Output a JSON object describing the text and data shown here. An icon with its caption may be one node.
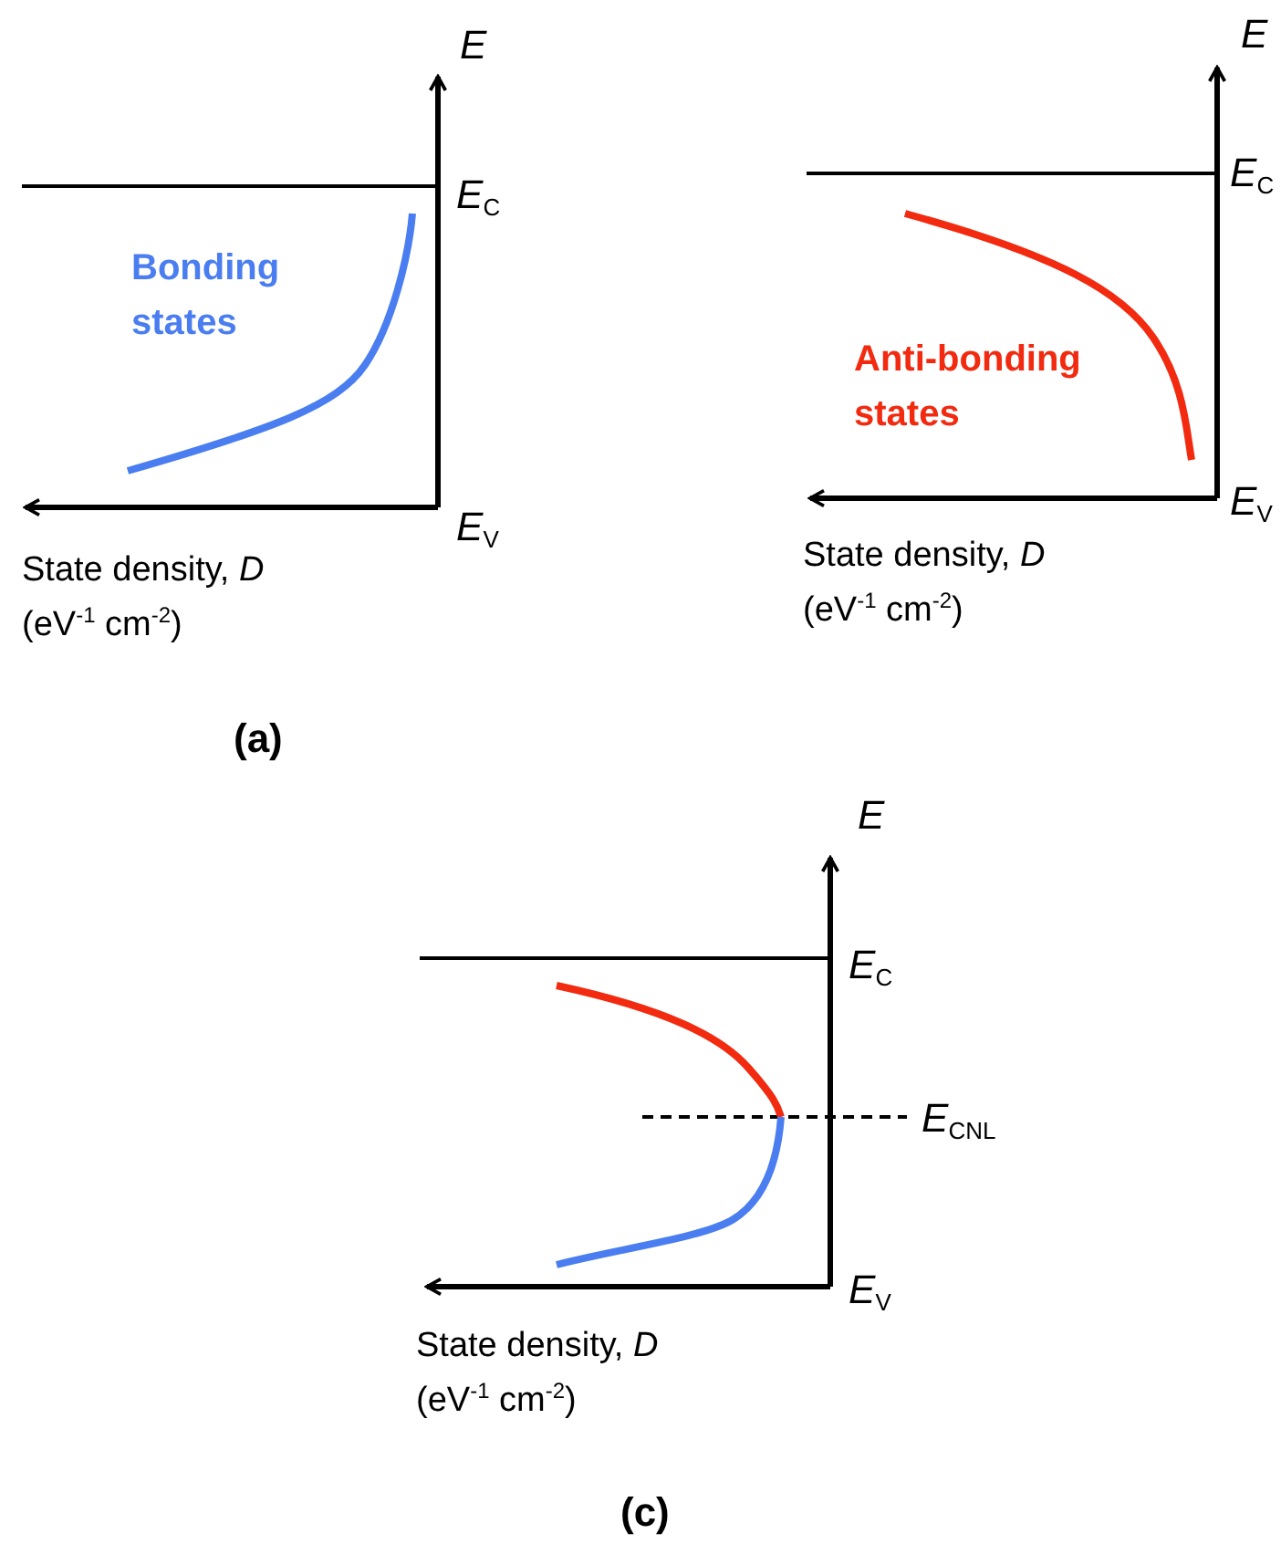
{
  "diagram": {
    "labels": [
      "*E*",
      "*E*$_{C}$",
      "Bonding states",
      "*E*$_{V}$",
      "State density, *D*",
      "(eV$^{-1}$ cm$^{-2}$)",
      "*E*",
      "*E*$_{C}$",
      "Anti-bonding states",
      "*E*$_{V}$",
      "State density, *D*",
      "(eV$^{-1}$ cm$^{-2}$)",
      "(a)",
      "*E*",
      "*E*$_{C}$",
      "*E*$_{CNL}$",
      "*E*$_{V}$",
      "State density, *D*",
      "(eV$^{-1}$ cm$^{-2}$)",
      "(c)"
    ]
  }
}
